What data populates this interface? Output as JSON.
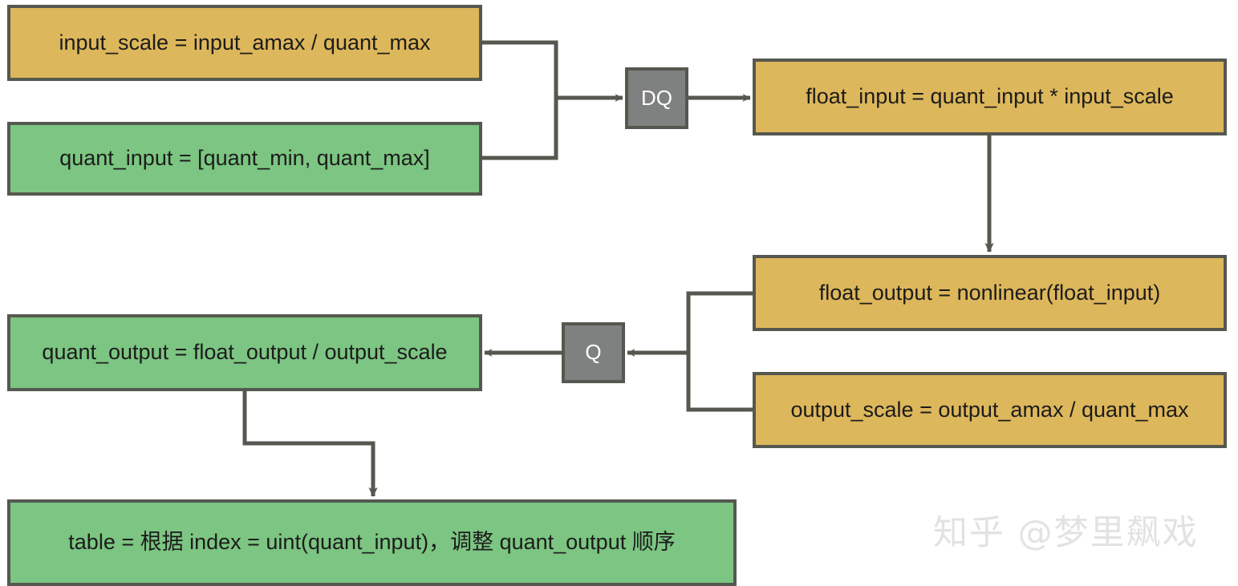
{
  "diagram": {
    "title": "Quantized nonlinear lookup-table construction flow",
    "colors": {
      "orange_fill": "#ddb75b",
      "green_fill": "#7cc582",
      "gray_fill": "#7f8180",
      "border": "#55584f",
      "edge": "#55584f",
      "text": "#1c1c1c",
      "op_text": "#ffffff",
      "background": "#ffffff",
      "watermark": "#e2e2e2"
    },
    "nodes": {
      "input_scale": {
        "label": "input_scale = input_amax / quant_max",
        "kind": "orange"
      },
      "quant_input": {
        "label": "quant_input = [quant_min, quant_max]",
        "kind": "green"
      },
      "dq": {
        "label": "DQ",
        "kind": "gray"
      },
      "float_input": {
        "label": "float_input = quant_input * input_scale",
        "kind": "orange"
      },
      "float_output": {
        "label": "float_output = nonlinear(float_input)",
        "kind": "orange"
      },
      "output_scale": {
        "label": "output_scale = output_amax / quant_max",
        "kind": "orange"
      },
      "q": {
        "label": "Q",
        "kind": "gray"
      },
      "quant_output": {
        "label": "quant_output = float_output / output_scale",
        "kind": "green"
      },
      "table": {
        "label": "table = 根据 index = uint(quant_input)，调整 quant_output 顺序",
        "kind": "green"
      }
    },
    "edges": [
      {
        "name": "input-scale-to-dq",
        "from": "input_scale",
        "to": "dq",
        "style": "elbow-merge"
      },
      {
        "name": "quant-input-to-dq",
        "from": "quant_input",
        "to": "dq",
        "style": "elbow-merge"
      },
      {
        "name": "dq-to-float-input",
        "from": "dq",
        "to": "float_input",
        "style": "straight-right"
      },
      {
        "name": "float-input-to-float-output",
        "from": "float_input",
        "to": "float_output",
        "style": "straight-down"
      },
      {
        "name": "float-output-to-q",
        "from": "float_output",
        "to": "q",
        "style": "elbow-merge-left"
      },
      {
        "name": "output-scale-to-q",
        "from": "output_scale",
        "to": "q",
        "style": "elbow-merge-left"
      },
      {
        "name": "q-to-quant-output",
        "from": "q",
        "to": "quant_output",
        "style": "straight-left"
      },
      {
        "name": "quant-output-to-table",
        "from": "quant_output",
        "to": "table",
        "style": "elbow-down"
      }
    ]
  },
  "watermark": {
    "text": "知乎 @梦里飙戏"
  }
}
